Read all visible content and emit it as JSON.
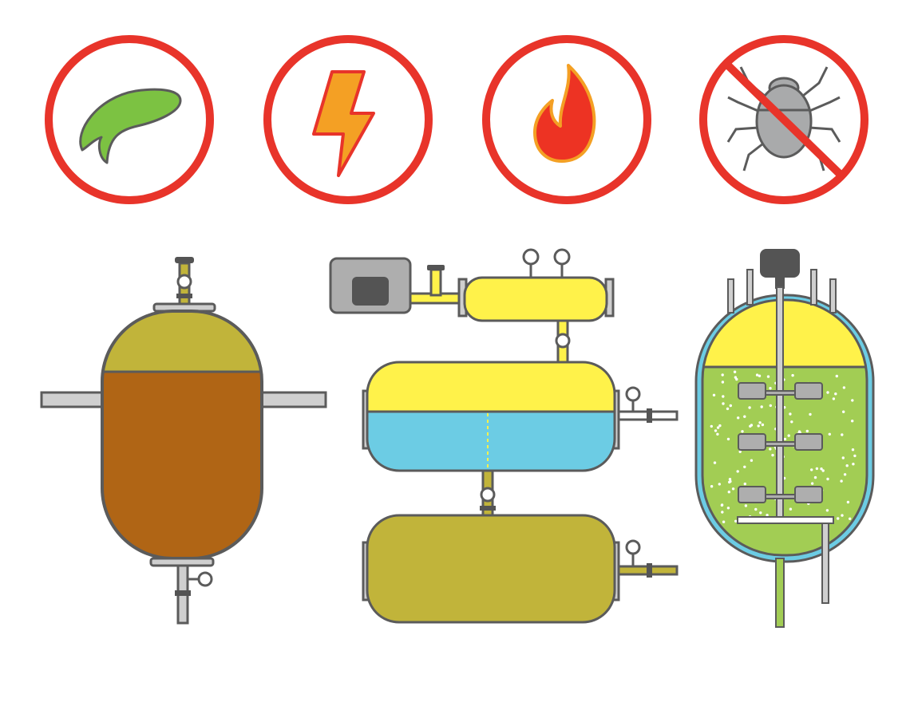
{
  "icons": [
    {
      "name": "leaf-icon"
    },
    {
      "name": "lightning-bolt-icon"
    },
    {
      "name": "flame-icon"
    },
    {
      "name": "no-bacteria-icon"
    }
  ],
  "equipment": [
    {
      "name": "reactor-vessel-left"
    },
    {
      "name": "three-tank-separator-system"
    },
    {
      "name": "stirred-bioreactor-right"
    }
  ],
  "colors": {
    "ring_red": "#e8342a",
    "outline_gray": "#5b5b5b",
    "leaf_green": "#7cc242",
    "bolt_orange": "#f4a024",
    "flame_red": "#ed3323",
    "bug_gray": "#a9aaab",
    "olive": "#c1b43a",
    "brown": "#b06515",
    "yellow": "#fff24a",
    "light_blue": "#6ccce4",
    "green_liquid": "#a2cd54",
    "pipe_gray": "#cfcfcf",
    "box_gray": "#aeaeae",
    "dark_gray": "#545454"
  }
}
